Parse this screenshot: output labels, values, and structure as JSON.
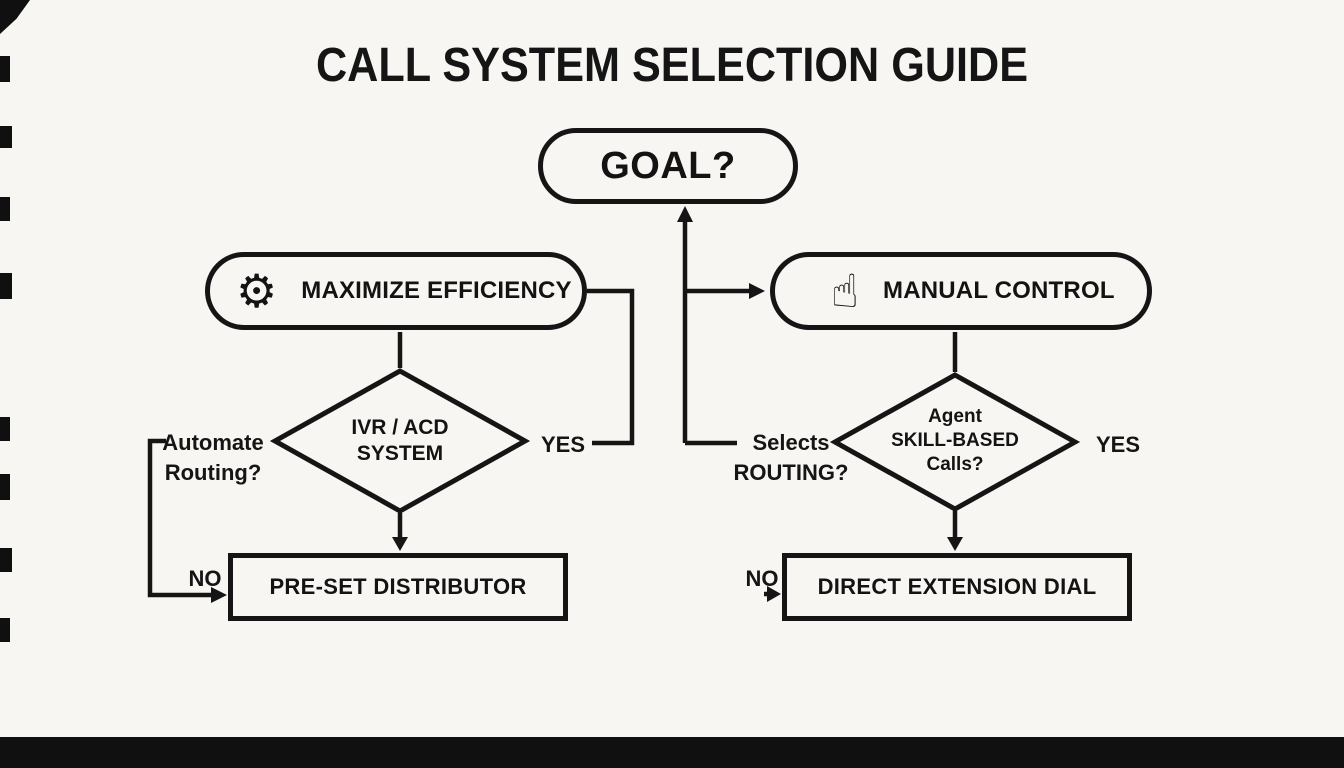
{
  "title": "CALL SYSTEM SELECTION GUIDE",
  "colors": {
    "ink": "#151515",
    "background": "#f7f6f2",
    "footer": "#101010"
  },
  "nodes": {
    "goal": {
      "label": "GOAL?"
    },
    "efficiency": {
      "label": "MAXIMIZE EFFICIENCY",
      "icon": "gear-icon",
      "icon_glyph": "⚙"
    },
    "manual": {
      "label": "MANUAL CONTROL",
      "icon": "pointing-hand-icon",
      "icon_glyph": "☝"
    },
    "ivr_diamond": {
      "line1": "IVR / ACD",
      "line2": "SYSTEM"
    },
    "skill_diamond": {
      "line1": "Agent",
      "line2": "SKILL-BASED",
      "line3": "Calls?"
    },
    "preset": {
      "label": "PRE-SET DISTRIBUTOR"
    },
    "direct": {
      "label": "DIRECT EXTENSION DIAL"
    }
  },
  "labels": {
    "automate_routing": {
      "line1": "Automate",
      "line2": "Routing?"
    },
    "selects_routing": {
      "line1": "Selects",
      "line2": "ROUTING?"
    },
    "yes_left": "YES",
    "yes_right": "YES",
    "no_left": "NO",
    "no_right": "NO"
  }
}
